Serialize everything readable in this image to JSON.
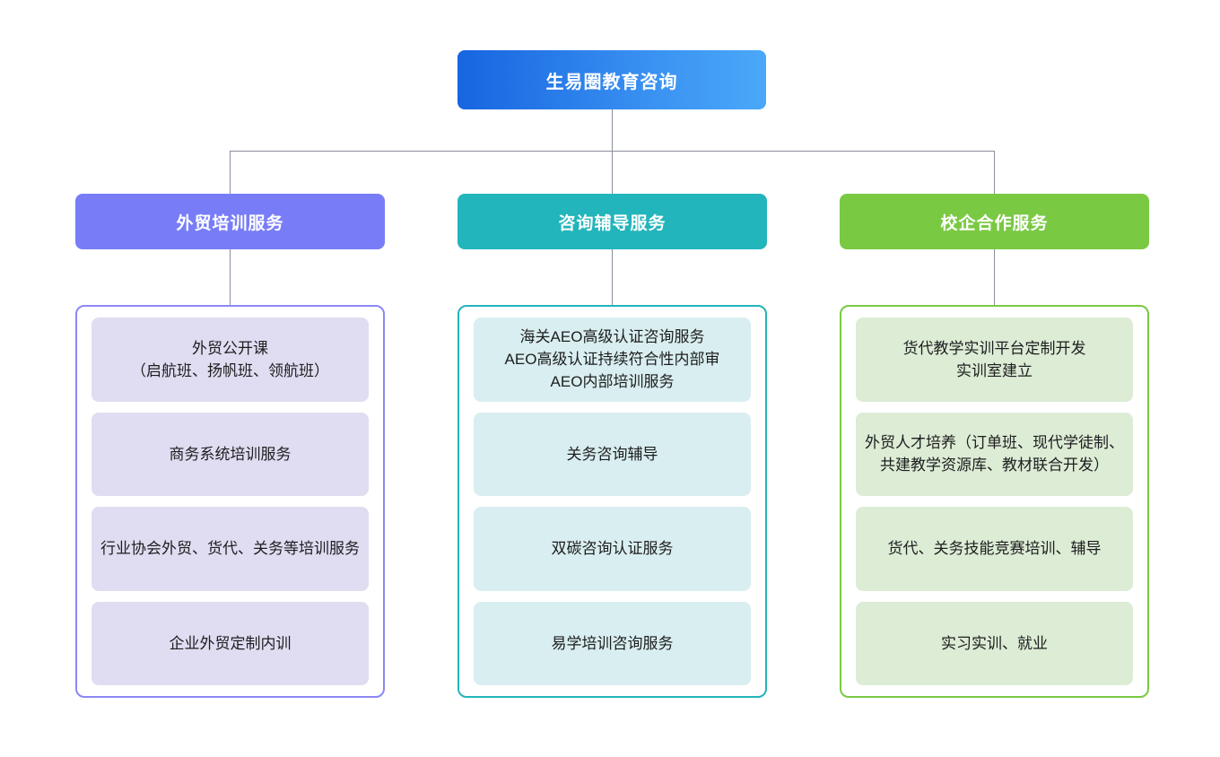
{
  "diagram": {
    "type": "organization-chart",
    "root": {
      "label": "生易圈教育咨询",
      "color": "#1765e0",
      "color_end": "#4aa8f8"
    },
    "connector_color": "#8a8f9c",
    "columns": [
      {
        "header": "外贸培训服务",
        "header_color": "#787df7",
        "border_color": "#8b88f5",
        "item_color": "#e0ddf2",
        "items": [
          "外贸公开课\n（启航班、扬帆班、领航班）",
          "商务系统培训服务",
          "行业协会外贸、货代、关务等培训服务",
          "企业外贸定制内训"
        ]
      },
      {
        "header": "咨询辅导服务",
        "header_color": "#22b5bb",
        "border_color": "#22b5bb",
        "item_color": "#d9eef0",
        "items": [
          "海关AEO高级认证咨询服务\nAEO高级认证持续符合性内部审\nAEO内部培训服务",
          "关务咨询辅导",
          "双碳咨询认证服务",
          "易学培训咨询服务"
        ]
      },
      {
        "header": "校企合作服务",
        "header_color": "#7ac943",
        "border_color": "#7ac943",
        "item_color": "#dcecd5",
        "items": [
          "货代教学实训平台定制开发\n实训室建立",
          "外贸人才培养（订单班、现代学徒制、共建教学资源库、教材联合开发）",
          "货代、关务技能竞赛培训、辅导",
          "实习实训、就业"
        ]
      }
    ]
  }
}
